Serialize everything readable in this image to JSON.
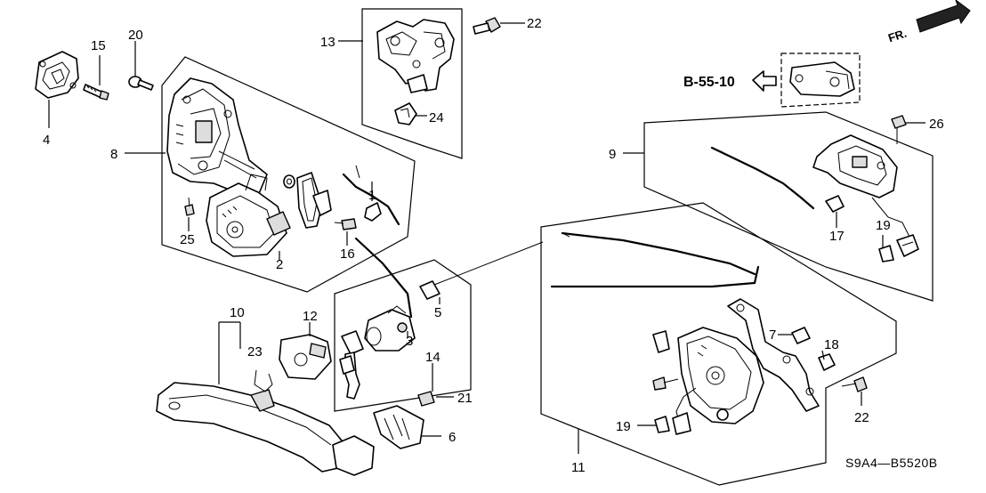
{
  "diagram": {
    "reference_label": "B-55-10",
    "front_label": "FR.",
    "drawing_code": "S9A4—B5520B",
    "callouts": {
      "c1": "1",
      "c2": "2",
      "c3": "3",
      "c4": "4",
      "c5": "5",
      "c6": "6",
      "c7": "7",
      "c8": "8",
      "c9": "9",
      "c10": "10",
      "c11": "11",
      "c12": "12",
      "c13": "13",
      "c14": "14",
      "c15": "15",
      "c16": "16",
      "c17": "17",
      "c18": "18",
      "c19a": "19",
      "c19b": "19",
      "c20": "20",
      "c21": "21",
      "c22a": "22",
      "c22b": "22",
      "c23": "23",
      "c24": "24",
      "c25": "25",
      "c26": "26"
    }
  }
}
